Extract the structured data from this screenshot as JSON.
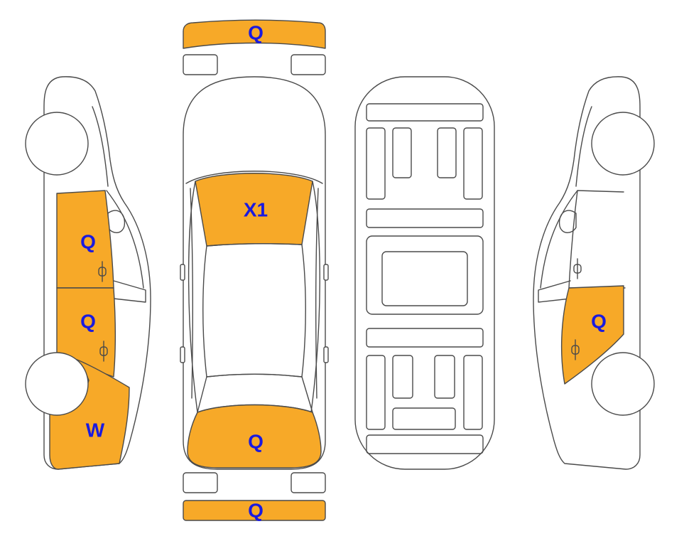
{
  "colors": {
    "damage_fill": "#f7a928",
    "label_text": "#1a1adf",
    "outline": "#4a4a4a"
  },
  "marks": {
    "front_bumper": "Q",
    "rear_bumper": "Q",
    "windshield": "X1",
    "trunk_lid": "Q",
    "left_front_door": "Q",
    "left_rear_door": "Q",
    "left_rear_quarter": "W",
    "right_rear_door": "Q"
  }
}
